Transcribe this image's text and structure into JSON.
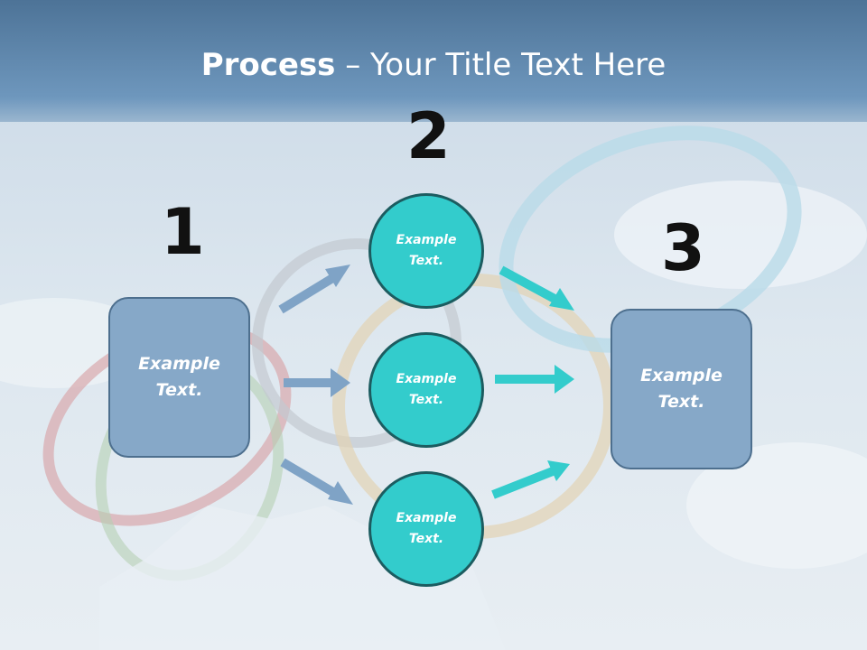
{
  "title": {
    "bold": "Process",
    "rest": " – Your Title Text Here"
  },
  "steps": [
    {
      "number": "1",
      "label": "Example\nText."
    },
    {
      "number": "2"
    },
    {
      "number": "3",
      "label": "Example\nText."
    }
  ],
  "circles": [
    {
      "label": "Example\nText."
    },
    {
      "label": "Example\nText."
    },
    {
      "label": "Example\nText."
    }
  ],
  "colors": {
    "box_fill": "#86a8c8",
    "circle_fill": "#33cccc",
    "arrow_left": "#7fa3c6",
    "arrow_right": "#33cccc"
  }
}
